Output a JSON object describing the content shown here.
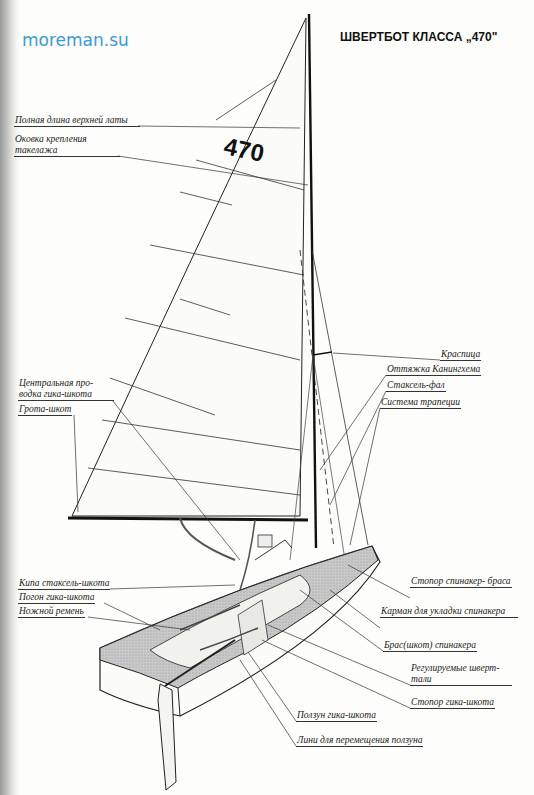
{
  "diagram": {
    "title": "ШВЕРТБОТ КЛАССА „470\"",
    "labels": [
      "moreman.su",
      "470",
      "Полная длина верхней латы",
      "Оковка крепления такелажа",
      "Краспица",
      "Оттяжка Канингхема",
      "Стаксель-фал",
      "Система трапеции",
      "Центральная про- водка гика-шкота",
      "Грота-шкот",
      "Кипа стаксель-шкота",
      "Погон гика-шкота",
      "Ножной ремень",
      "Стопор спинакер- браса",
      "Карман для укладки спинакера",
      "Брас(шкот) спинакера",
      "Регулируемые шверт-тали",
      "Стопор гика-шкота",
      "Ползун гика-шкота",
      "Лини для перемещения ползуна"
    ]
  }
}
